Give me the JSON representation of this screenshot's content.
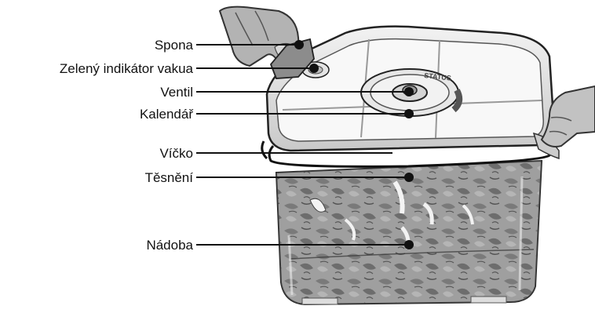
{
  "labels": {
    "spona": "Spona",
    "indicator": "Zelený indikátor vakua",
    "ventil": "Ventil",
    "kalendar": "Kalendář",
    "vicko": "Víčko",
    "tesneni": "Těsnění",
    "nadoba": "Nádoba"
  },
  "lid_ring_text": "STATUS",
  "colors": {
    "line": "#111111",
    "text": "#111111",
    "photo_background": "#ffffff"
  }
}
